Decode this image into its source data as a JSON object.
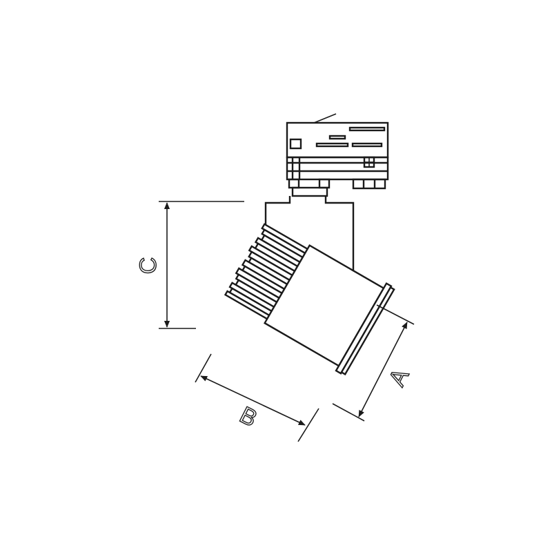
{
  "dimensions": {
    "a": {
      "label": "A"
    },
    "b": {
      "label": "B"
    },
    "c": {
      "label": "C"
    }
  },
  "colors": {
    "ink": "#1a1a1a",
    "background": "#ffffff"
  }
}
